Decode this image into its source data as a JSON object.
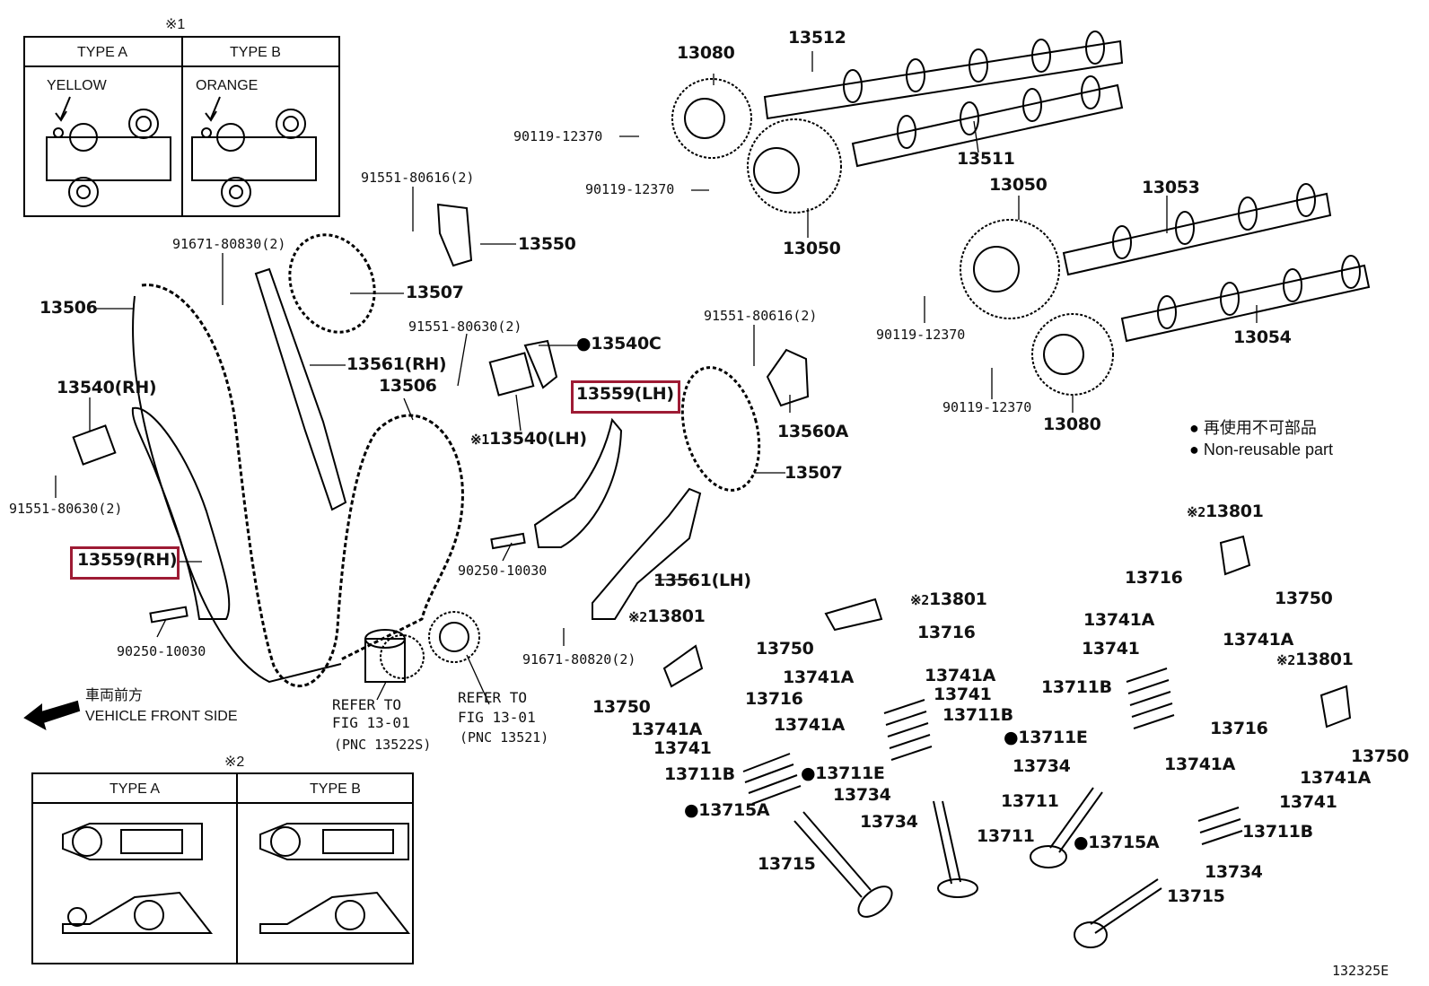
{
  "diagram_id": "132325E",
  "note1_mark": "※1",
  "note2_mark": "※2",
  "type_box_1": {
    "type_a": "TYPE A",
    "type_b": "TYPE B",
    "color_a": "YELLOW",
    "color_b": "ORANGE"
  },
  "type_box_2": {
    "type_a": "TYPE A",
    "type_b": "TYPE B"
  },
  "front": {
    "jp": "車両前方",
    "en": "VEHICLE FRONT SIDE"
  },
  "legend": {
    "jp": "再使用不可部品",
    "en": "Non-reusable part",
    "bullet_color": "#000000"
  },
  "highlight_color": "#9e1b34",
  "refer": [
    {
      "line1": "REFER TO",
      "line2": "FIG 13-01",
      "line3": "(PNC 13522S)"
    },
    {
      "line1": "REFER TO",
      "line2": "FIG 13-01",
      "line3": "(PNC 13521)"
    }
  ],
  "labels": {
    "p13080a": "13080",
    "p13512": "13512",
    "p90119a": "90119-12370",
    "p90119b": "90119-12370",
    "p13511": "13511",
    "p13050a": "13050",
    "p13050b": "13050",
    "p13053": "13053",
    "p90119c": "90119-12370",
    "p13054": "13054",
    "p90119d": "90119-12370",
    "p13080b": "13080",
    "p91551a": "91551-80616(2)",
    "p13550": "13550",
    "p91671a": "91671-80830(2)",
    "p13507a": "13507",
    "p13506a": "13506",
    "p13561rh": "13561(RH)",
    "p13506b": "13506",
    "p91551b": "91551-80630(2)",
    "p13540c": "13540C",
    "p91551c": "91551-80616(2)",
    "p13540rh": "13540(RH)",
    "p13559lh": "13559(LH)",
    "p13540lh": "13540(LH)",
    "p13560a": "13560A",
    "p13507b": "13507",
    "p91551d": "91551-80630(2)",
    "p13559rh": "13559(RH)",
    "p90250a": "90250-10030",
    "p13561lh": "13561(LH)",
    "p90250b": "90250-10030",
    "p91671b": "91671-80820(2)",
    "p13801a": "13801",
    "p13801b": "13801",
    "p13801c": "13801",
    "p13801d": "13801",
    "p13716a": "13716",
    "p13716b": "13716",
    "p13716c": "13716",
    "p13716d": "13716",
    "p13750a": "13750",
    "p13750b": "13750",
    "p13750c": "13750",
    "p13750d": "13750",
    "p13741Aa": "13741A",
    "p13741Ab": "13741A",
    "p13741Ac": "13741A",
    "p13741Ad": "13741A",
    "p13741Ae": "13741A",
    "p13741Af": "13741A",
    "p13741Ag": "13741A",
    "p13741Ah": "13741A",
    "p13741a": "13741",
    "p13741b": "13741",
    "p13741c": "13741",
    "p13741d": "13741",
    "p13711Ba": "13711B",
    "p13711Bb": "13711B",
    "p13711Bc": "13711B",
    "p13711Bd": "13711B",
    "p13711Ea": "13711E",
    "p13711Eb": "13711E",
    "p13734a": "13734",
    "p13734b": "13734",
    "p13734c": "13734",
    "p13734d": "13734",
    "p13715Aa": "13715A",
    "p13715Ab": "13715A",
    "p13711a": "13711",
    "p13711b": "13711",
    "p13715a": "13715",
    "p13715b": "13715"
  }
}
